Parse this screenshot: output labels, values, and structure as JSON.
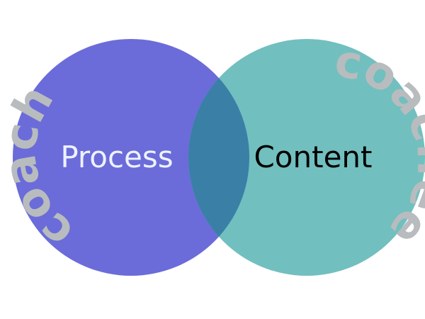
{
  "diagram": {
    "left_circle": {
      "label": "Process",
      "arc_label": "coach",
      "fill": "#6b6cd9"
    },
    "right_circle": {
      "label": "Content",
      "arc_label": "coachee",
      "fill": "#72bfbf"
    },
    "overlap_fill": "#3a7fa6",
    "arc_text_color": "#b8bcbe",
    "left_label_color": "#eef2ff",
    "right_label_color": "#000000"
  }
}
